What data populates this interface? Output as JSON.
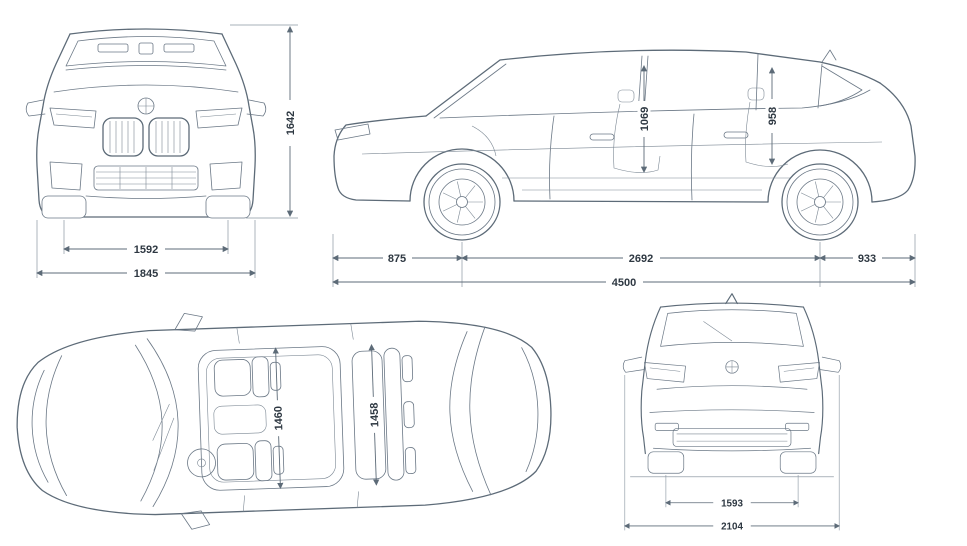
{
  "diagram": {
    "title": "vehicle-dimension-blueprint",
    "colors": {
      "line": "#5d6b78",
      "text": "#2e3842",
      "background": "#ffffff"
    }
  },
  "views": {
    "front": {
      "label": "front-view",
      "dims": {
        "height": "1642",
        "track_width": "1592",
        "overall_width": "1845"
      }
    },
    "side": {
      "label": "side-view",
      "dims": {
        "front_interior_height": "1069",
        "rear_interior_height": "958",
        "front_overhang": "875",
        "wheelbase": "2692",
        "rear_overhang": "933",
        "overall_length": "4500"
      }
    },
    "top": {
      "label": "top-view",
      "dims": {
        "front_interior_width": "1460",
        "rear_interior_width": "1458"
      }
    },
    "rear": {
      "label": "rear-view",
      "dims": {
        "track_width": "1593",
        "overall_width": "2104"
      }
    }
  }
}
